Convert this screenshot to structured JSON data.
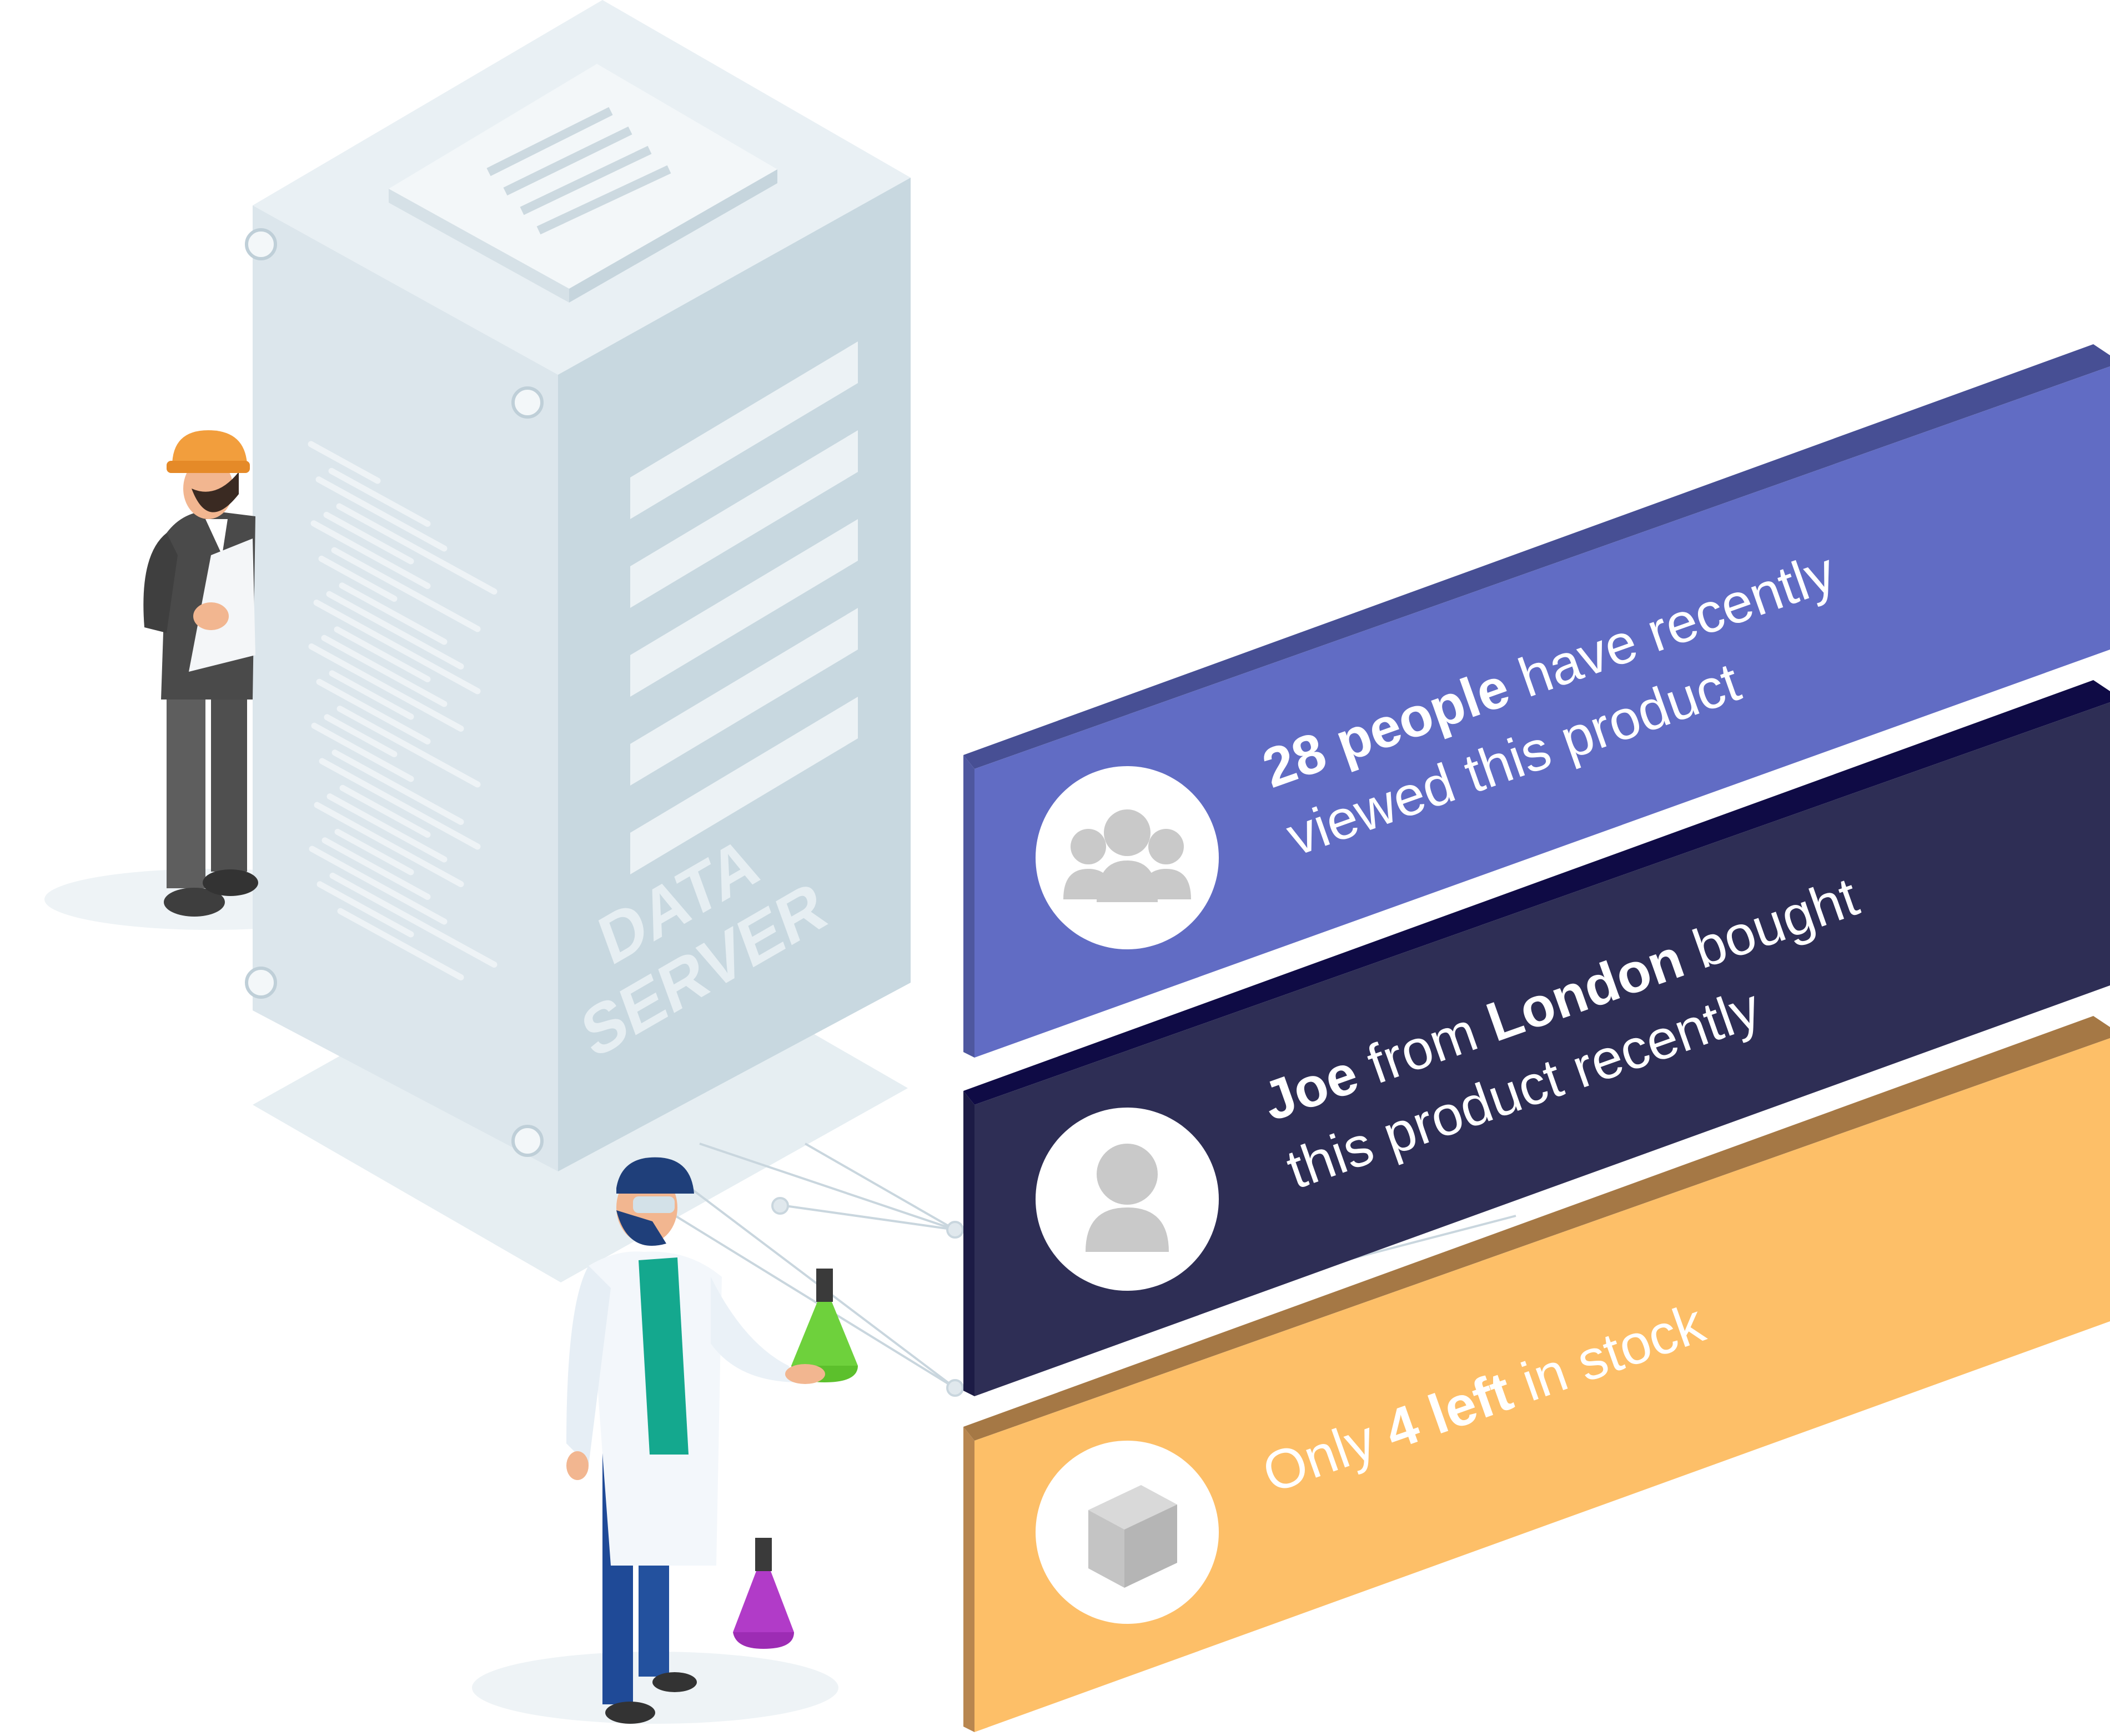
{
  "server": {
    "label_line1": "DATA",
    "label_line2": "SERVER"
  },
  "cards": [
    {
      "id": "views",
      "icon": "people-group-icon",
      "line1_bold": "28 people",
      "line1_rest": " have recently",
      "line2": "viewed this product"
    },
    {
      "id": "purchase",
      "icon": "user-icon",
      "line1_bold_a": "Joe",
      "line1_mid": " from ",
      "line1_bold_b": "London",
      "line1_rest": " bought",
      "line2": "this product recently"
    },
    {
      "id": "stock",
      "icon": "box-icon",
      "line1_pre": "Only ",
      "line1_bold": "4 left",
      "line1_rest": " in stock"
    }
  ],
  "colors": {
    "card_views_front": "#616CC4",
    "card_views_top": "#474F94",
    "card_purchase_front": "#2E2E55",
    "card_purchase_top": "#0F0B45",
    "card_stock_front": "#FDBF68",
    "card_stock_top": "#A57845",
    "server_front": "#DCE6EC",
    "server_side": "#C8D8E0",
    "server_top": "#E9F0F4",
    "icon_circle": "#FFFFFF",
    "icon_fill": "#C9C9C9"
  }
}
